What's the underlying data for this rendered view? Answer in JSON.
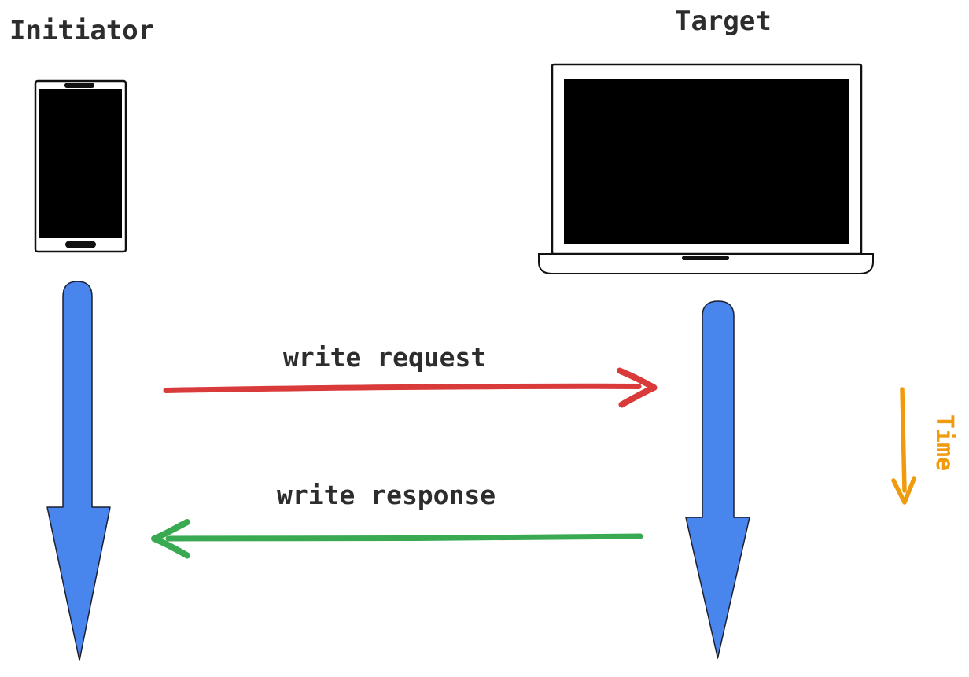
{
  "diagram": {
    "title_hint": "write request/response sequence diagram",
    "actors": [
      {
        "id": "initiator",
        "label": "Initiator",
        "device_icon": "smartphone-icon"
      },
      {
        "id": "target",
        "label": "Target",
        "device_icon": "laptop-icon"
      }
    ],
    "messages": [
      {
        "label": "write request",
        "from": "initiator",
        "to": "target",
        "color": "#d93b3b"
      },
      {
        "label": "write response",
        "from": "target",
        "to": "initiator",
        "color": "#3aaa52"
      }
    ],
    "time_axis": {
      "label": "Time",
      "color": "#f09a0d",
      "direction": "down"
    },
    "colors": {
      "timeline_blue": "#4885ed",
      "timeline_outline": "#1c2030",
      "request_red": "#d93b3b",
      "response_green": "#3aaa52",
      "time_orange": "#f09a0d",
      "text_dark": "#2d2d2d",
      "device_outline": "#111111",
      "device_screen": "#000000",
      "background": "#ffffff"
    }
  }
}
